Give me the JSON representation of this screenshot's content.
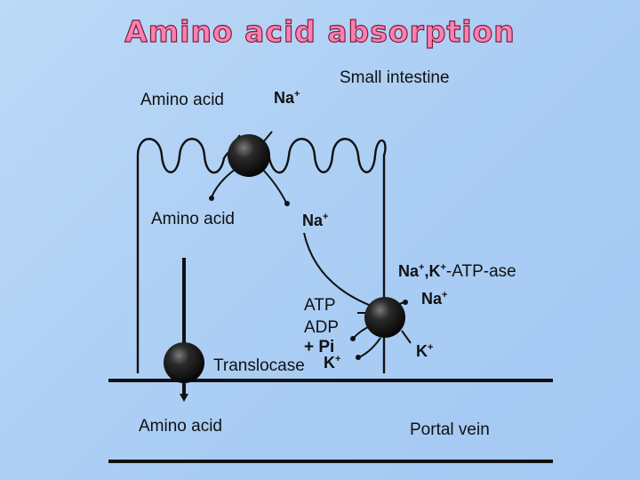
{
  "title": "Amino acid absorption",
  "labels": {
    "small_intestine": "Small intestine",
    "amino_acid_top": "Amino acid",
    "na_top": "Na",
    "amino_acid_mid": "Amino acid",
    "na_mid": "Na",
    "atpase_ions": "Na",
    "atpase_ions_k": ",K",
    "atpase": "-ATP-ase",
    "na_pump": "Na",
    "atp": "ATP",
    "adp": "ADP",
    "pi": "+ Pi",
    "translocase": "Translocase",
    "k_bottom": "K",
    "k_pump": "K",
    "amino_acid_bottom": "Amino acid",
    "portal_vein": "Portal vein",
    "plus": "+"
  }
}
